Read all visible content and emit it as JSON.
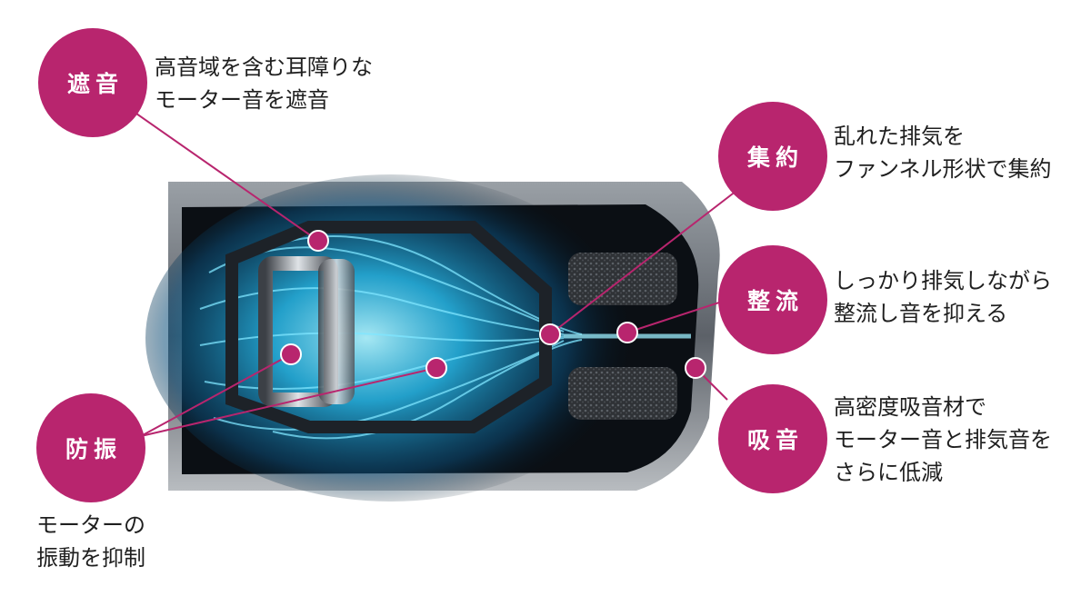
{
  "colors": {
    "accent": "#b8256e",
    "airflow": "#3fd7ff",
    "body_dark": "#111418"
  },
  "callouts": [
    {
      "id": "soundproof",
      "label": "遮音",
      "lines": [
        "高音域を含む耳障りな",
        "モーター音を遮音"
      ]
    },
    {
      "id": "vibration",
      "label": "防振",
      "lines": [
        "モーターの",
        "振動を抑制"
      ]
    },
    {
      "id": "collect",
      "label": "集約",
      "lines": [
        "乱れた排気を",
        "ファンネル形状で集約"
      ]
    },
    {
      "id": "rectify",
      "label": "整流",
      "lines": [
        "しっかり排気しながら",
        "整流し音を抑える"
      ]
    },
    {
      "id": "absorb",
      "label": "吸音",
      "lines": [
        "高密度吸音材で",
        "モーター音と排気音を",
        "さらに低減"
      ]
    }
  ]
}
